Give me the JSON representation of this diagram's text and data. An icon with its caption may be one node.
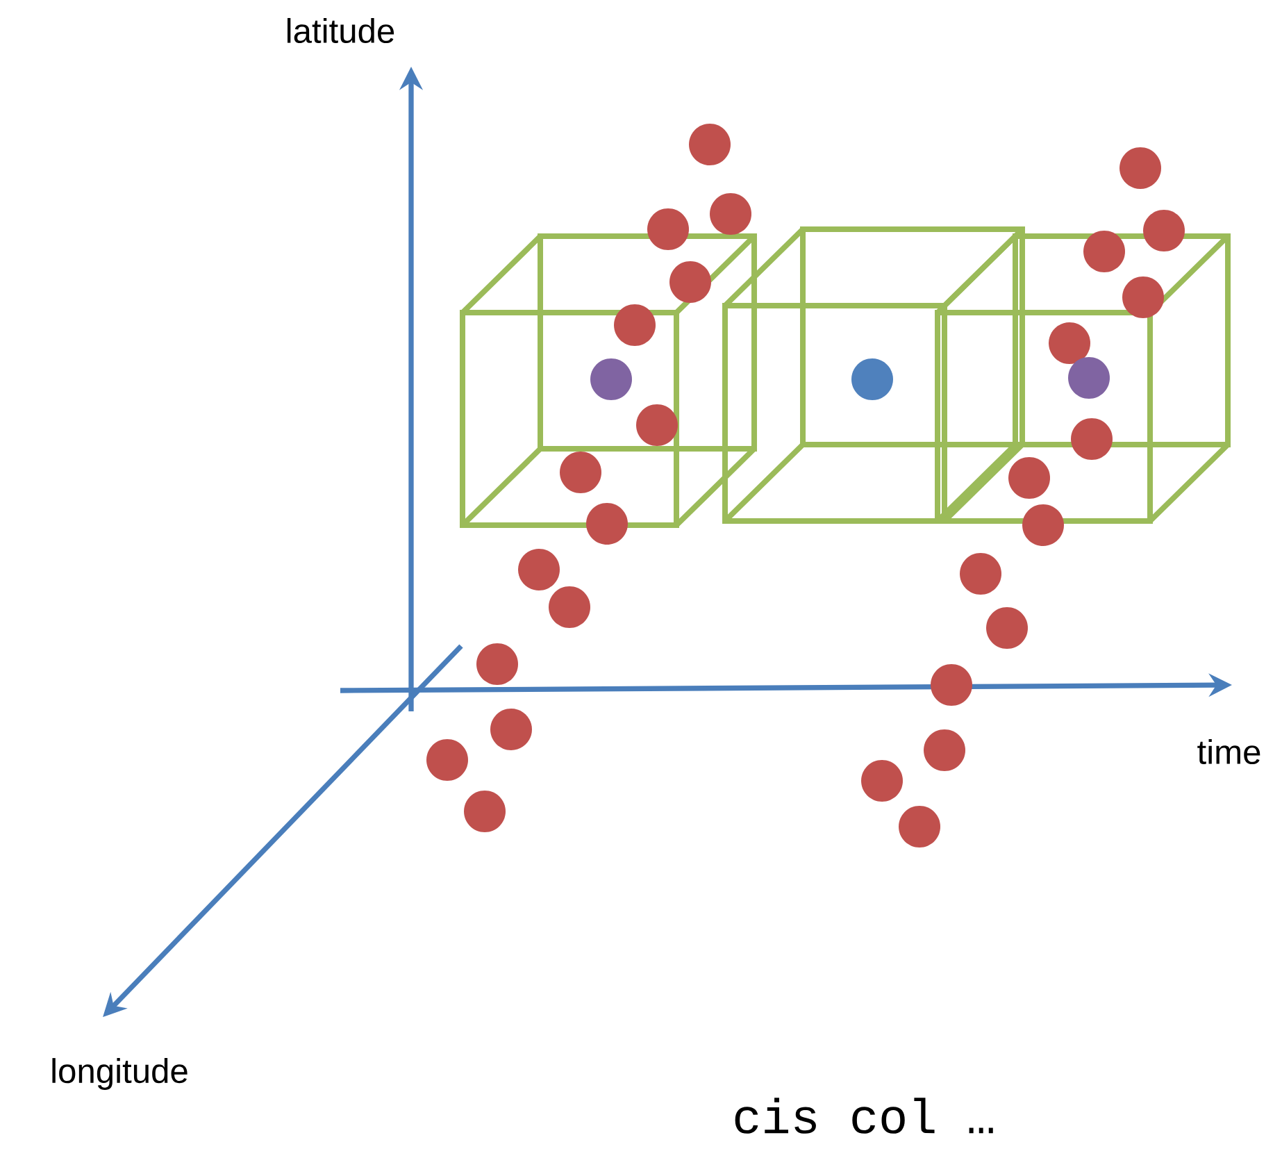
{
  "diagram": {
    "labels": [
      "latitude",
      "time",
      "longitude",
      "cis col …"
    ]
  }
}
